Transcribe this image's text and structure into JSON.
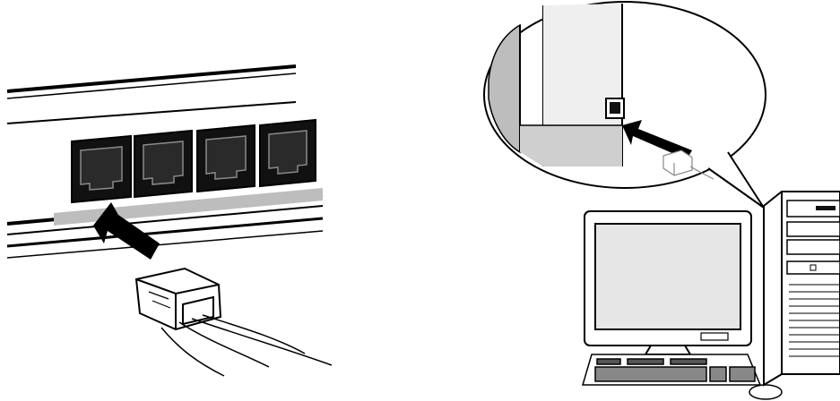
{
  "figure": {
    "left_panel": {
      "ports": [
        "rj45-port-1",
        "rj45-port-2",
        "rj45-port-3",
        "rj45-port-4"
      ],
      "arrow": "insert-direction-arrow",
      "connector": "rj45-plug"
    },
    "right_panel": {
      "callout": "zoom-callout",
      "port": "rj45-port",
      "arrow": "insert-direction-arrow",
      "connector": "rj45-plug",
      "computer_parts": [
        "monitor",
        "keyboard",
        "mouse",
        "tower-case"
      ]
    }
  },
  "colors": {
    "line": "#000000",
    "gray_fill": "#d9d9d9",
    "dark_fill": "#1a1a1a",
    "screen": "#e6e6e6",
    "callout_shade": "#bdbdbd"
  }
}
